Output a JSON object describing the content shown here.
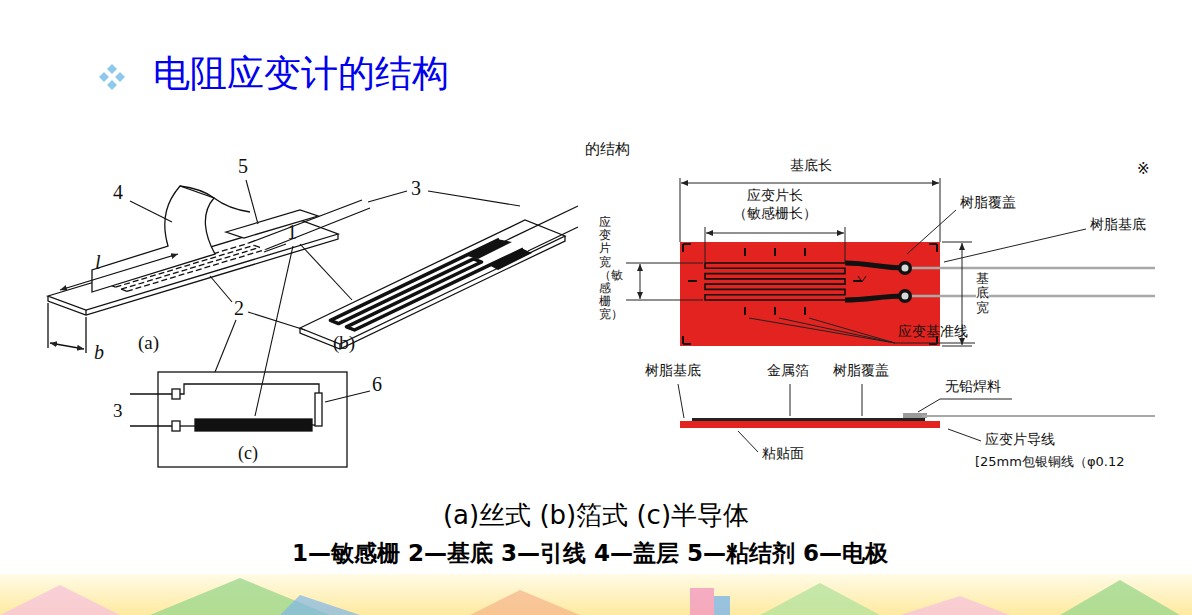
{
  "diagram": {
    "title": "电阻应变计的结构",
    "caption": "(a)丝式 (b)箔式 (c)半导体",
    "labels": [
      "4",
      "5",
      "3",
      "1",
      "l",
      "b",
      "(a)",
      "(b)",
      "2",
      "6",
      "3",
      "(c)",
      "的结构",
      "基底长",
      "应变片长 （敏感栅长）",
      "※",
      "树脂覆盖",
      "树脂基底",
      "应变片宽 （敏感栅宽）",
      "基底宽",
      "应变基准线",
      "树脂基底",
      "金属箔",
      "树脂覆盖",
      "无铅焊料",
      "粘贴面",
      "应变片导线",
      "[25mm包银铜线（φ0.12",
      "1—敏感栅 2—基底 3—引线 4—盖层 5—粘结剂 6—电极"
    ]
  }
}
